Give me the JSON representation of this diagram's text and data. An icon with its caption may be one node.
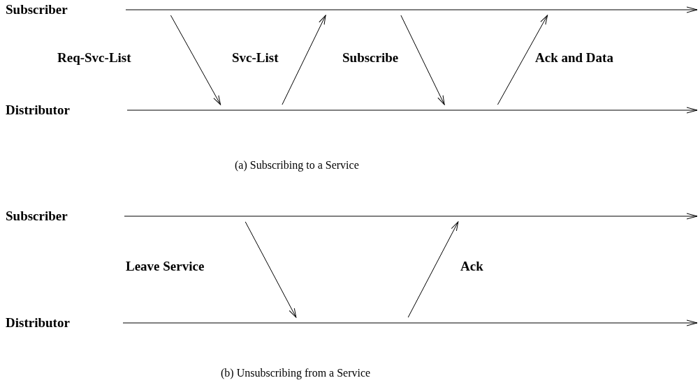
{
  "diagram": {
    "nodes": [
      {
        "text": [
          "Subscriber"
        ]
      },
      {
        "text": [
          "Distributor"
        ]
      },
      {
        "text": [
          "Subscriber"
        ]
      },
      {
        "text": [
          "Distributor"
        ]
      }
    ],
    "edges": [
      {
        "from": 0,
        "to": 1,
        "arrow": "to",
        "label": "Req-Svc-List"
      },
      {
        "from": 1,
        "to": 0,
        "arrow": "to",
        "label": "Svc-List"
      },
      {
        "from": 0,
        "to": 1,
        "arrow": "to",
        "label": "Subscribe"
      },
      {
        "from": 1,
        "to": 0,
        "arrow": "to",
        "label": "Ack and Data"
      },
      {
        "from": 2,
        "to": 3,
        "arrow": "to",
        "label": "Leave Service"
      },
      {
        "from": 3,
        "to": 2,
        "arrow": "to",
        "label": "Ack"
      }
    ],
    "labels": [
      "(a) Subscribing to a Service",
      "(b) Unsubscribing from a Service"
    ]
  }
}
